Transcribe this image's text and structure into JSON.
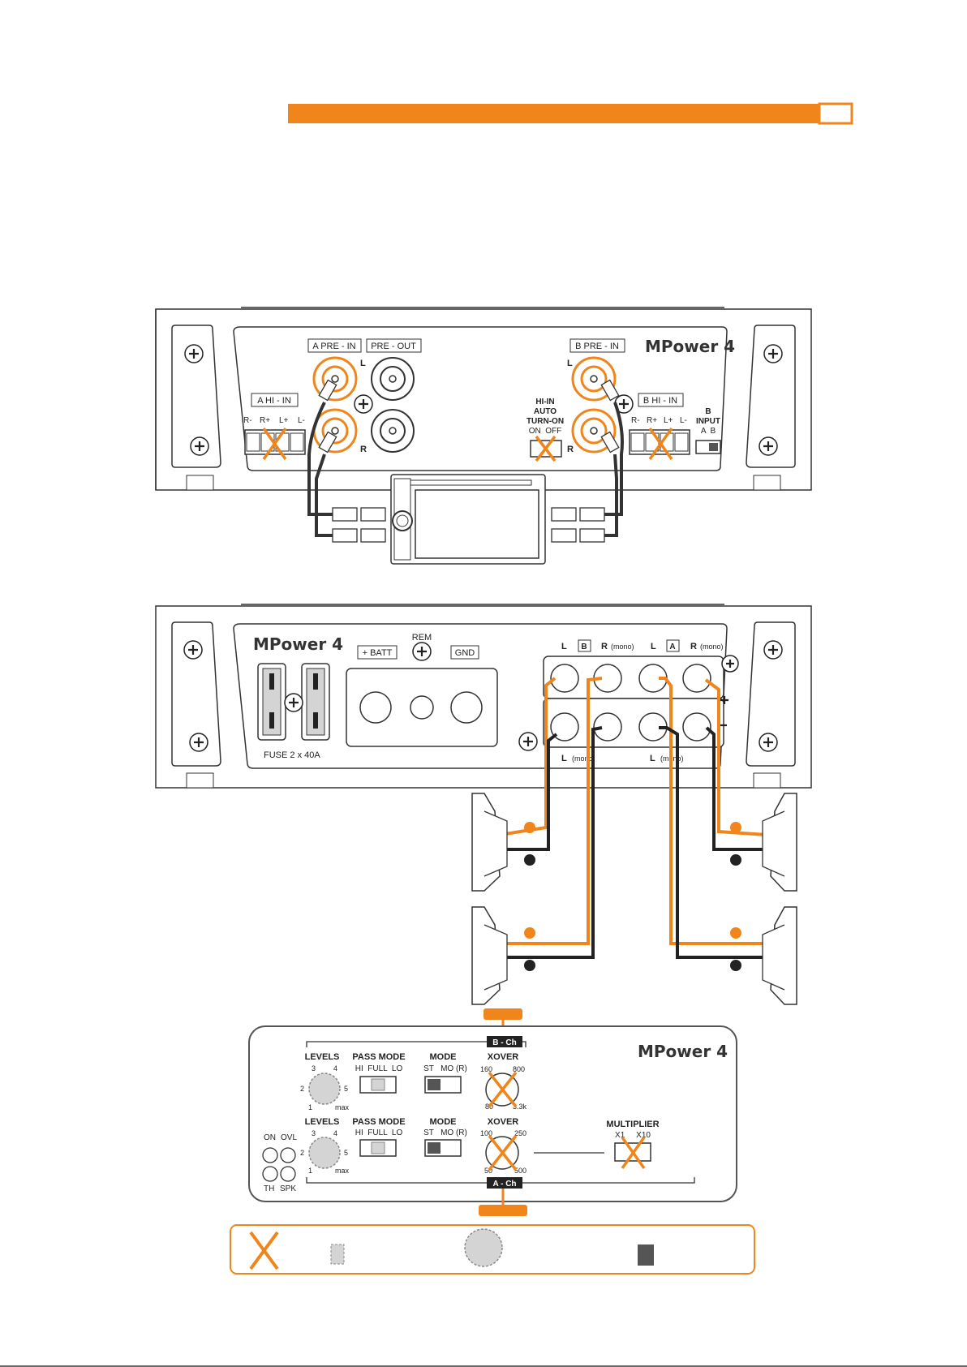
{
  "colors": {
    "accent": "#f0851c",
    "ink": "#222222",
    "panel": "#ffffff",
    "knob": "#d4d4d4"
  },
  "top_panel": {
    "brand": "MPower 4",
    "a_pre_in": "A PRE - IN",
    "pre_out": "PRE - OUT",
    "b_pre_in": "B PRE - IN",
    "a_hi_in": "A HI - IN",
    "b_hi_in": "B HI - IN",
    "hi_in_auto": [
      "HI-IN",
      "AUTO",
      "TURN-ON"
    ],
    "on_off": "ON  OFF",
    "b_input": [
      "B",
      "INPUT"
    ],
    "a_b": "A  B",
    "terminals_a": [
      "R-",
      "R+",
      "L+",
      "L-"
    ],
    "terminals_b": [
      "R-",
      "R+",
      "L+",
      "L-"
    ],
    "l": "L",
    "r": "R"
  },
  "mid_panel": {
    "brand": "MPower 4",
    "batt": "+ BATT",
    "rem": "REM",
    "gnd": "GND",
    "fuse": "FUSE 2 x 40A",
    "l": "L",
    "b": "B",
    "a": "A",
    "r_mono": "R",
    "mono": "(mono)",
    "l_mono": "L",
    "l_mono2": "L"
  },
  "ctrl_panel": {
    "brand": "MPower 4",
    "b_ch": "B - Ch",
    "a_ch": "A - Ch",
    "levels": "LEVELS",
    "pass_mode": "PASS MODE",
    "pass_opts": "HI  FULL  LO",
    "mode": "MODE",
    "mode_opts": "ST   MO (R)",
    "xover": "XOVER",
    "multiplier": "MULTIPLIER",
    "mult_opts": "X1     X10",
    "level_ticks": [
      "1",
      "2",
      "3",
      "4",
      "5",
      "max"
    ],
    "xover_b_ticks": [
      "160",
      "800",
      "80",
      "3.3k"
    ],
    "xover_a_ticks": [
      "100",
      "250",
      "50",
      "500"
    ],
    "leds": [
      "ON",
      "OVL",
      "TH",
      "SPK"
    ]
  },
  "legend": {
    "items": [
      "x-mark-icon",
      "switch-icon",
      "knob-icon",
      "switch-position-icon"
    ]
  }
}
